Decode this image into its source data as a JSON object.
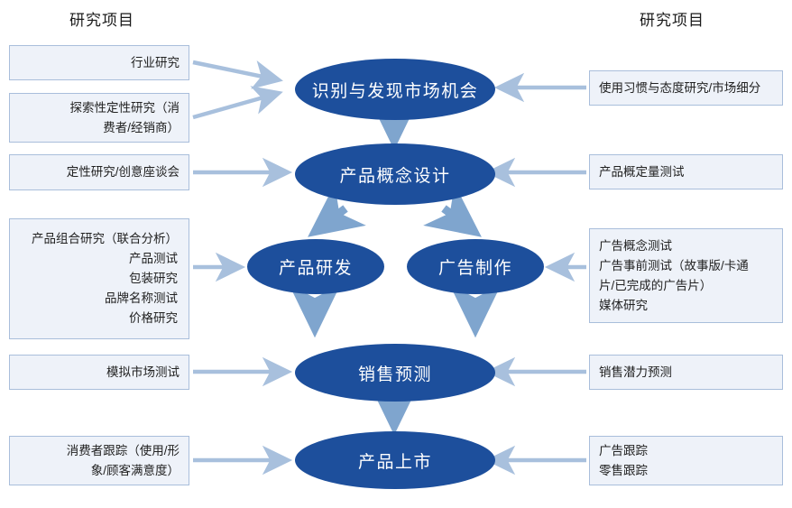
{
  "headers": {
    "left": "研究项目",
    "right": "研究项目"
  },
  "colors": {
    "ellipse_fill": "#1d4f9c",
    "box_fill": "#eef2f9",
    "box_border": "#a9bedb",
    "arrow": "#a8c0dd",
    "text": "#222222",
    "ellipse_text": "#ffffff"
  },
  "stages": [
    {
      "label": "识别与发现市场机会"
    },
    {
      "label": "产品概念设计"
    },
    {
      "label": "产品研发"
    },
    {
      "label": "广告制作"
    },
    {
      "label": "销售预测"
    },
    {
      "label": "产品上市"
    }
  ],
  "left_boxes": [
    {
      "lines": [
        "行业研究"
      ]
    },
    {
      "lines": [
        "探索性定性研究（消",
        "费者/经销商）"
      ]
    },
    {
      "lines": [
        "定性研究/创意座谈会"
      ]
    },
    {
      "lines": [
        "产品组合研究（联合分析）",
        "产品测试",
        "包装研究",
        "品牌名称测试",
        "价格研究"
      ]
    },
    {
      "lines": [
        "模拟市场测试"
      ]
    },
    {
      "lines": [
        "消费者跟踪（使用/形",
        "象/顾客满意度）"
      ]
    }
  ],
  "right_boxes": [
    {
      "lines": [
        "使用习惯与态度研究/市场细分"
      ]
    },
    {
      "lines": [
        "产品概定量测试"
      ]
    },
    {
      "lines": [
        "广告概念测试",
        "广告事前测试（故事版/卡通",
        "片/已完成的广告片）",
        "媒体研究"
      ]
    },
    {
      "lines": [
        "销售潜力预测"
      ]
    },
    {
      "lines": [
        "广告跟踪",
        "零售跟踪"
      ]
    }
  ]
}
